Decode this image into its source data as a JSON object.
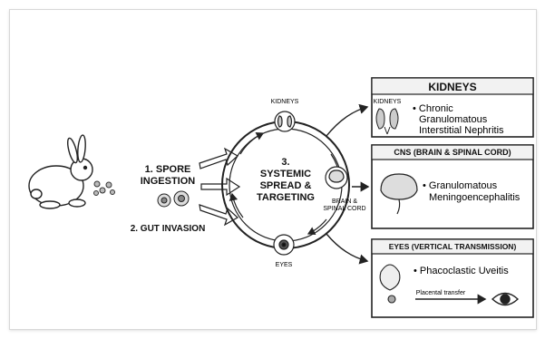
{
  "stage1": {
    "label": "1. SPORE",
    "label2": "INGESTION"
  },
  "stage2": {
    "label": "2. GUT INVASION"
  },
  "stage3": {
    "line1": "3.",
    "line2": "SYSTEMIC",
    "line3": "SPREAD &",
    "line4": "TARGETING"
  },
  "ring": {
    "kidneys": "KIDNEYS",
    "brain1": "BRAIN &",
    "brain2": "SPINAL CORD",
    "eyes": "EYES"
  },
  "panels": {
    "kidneys": {
      "header": "KIDNEYS",
      "sublabel": "KIDNEYS",
      "line1": "• Chronic",
      "line2": "Granulomatous",
      "line3": "Interstitial Nephritis"
    },
    "cns": {
      "header": "CNS (BRAIN & SPINAL CORD)",
      "line1": "• Granulomatous",
      "line2": "Meningoencephalitis"
    },
    "eyes": {
      "header": "EYES (VERTICAL TRANSMISSION)",
      "line1": "• Phacoclastic Uveitis",
      "transfer": "Placental transfer"
    }
  },
  "icons": [
    "rabbit-icon",
    "spore-icon",
    "kidney-icon",
    "brain-icon",
    "eye-icon",
    "uterus-icon"
  ]
}
